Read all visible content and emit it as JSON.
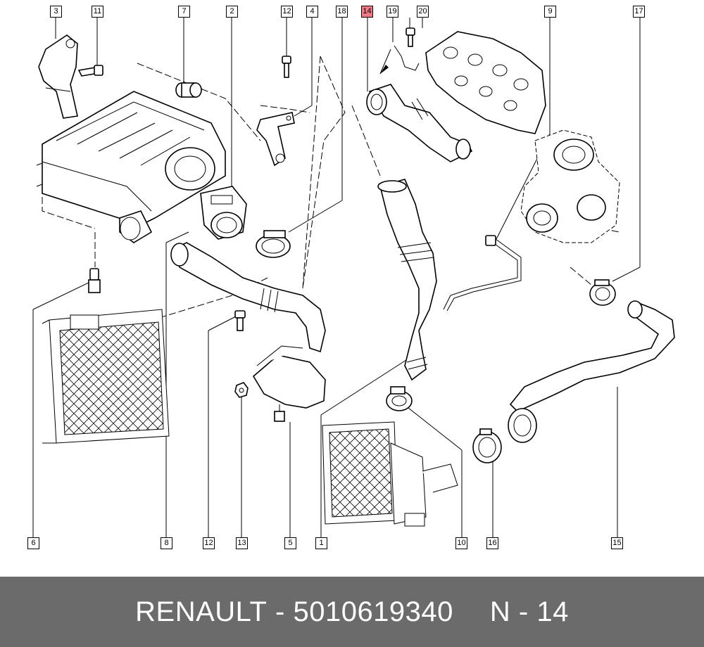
{
  "callouts": [
    {
      "id": "c3",
      "label": "3"
    },
    {
      "id": "c11",
      "label": "11"
    },
    {
      "id": "c7",
      "label": "7"
    },
    {
      "id": "c2",
      "label": "2"
    },
    {
      "id": "c12a",
      "label": "12"
    },
    {
      "id": "c4",
      "label": "4"
    },
    {
      "id": "c18",
      "label": "18"
    },
    {
      "id": "c14",
      "label": "14",
      "highlight": true
    },
    {
      "id": "c19",
      "label": "19"
    },
    {
      "id": "c20",
      "label": "20"
    },
    {
      "id": "c9",
      "label": "9"
    },
    {
      "id": "c17",
      "label": "17"
    },
    {
      "id": "c6",
      "label": "6"
    },
    {
      "id": "c8",
      "label": "8"
    },
    {
      "id": "c12b",
      "label": "12"
    },
    {
      "id": "c13",
      "label": "13"
    },
    {
      "id": "c5",
      "label": "5"
    },
    {
      "id": "c1",
      "label": "1"
    },
    {
      "id": "c10",
      "label": "10"
    },
    {
      "id": "c16",
      "label": "16"
    },
    {
      "id": "c15",
      "label": "15"
    }
  ],
  "footer": {
    "brand": "RENAULT",
    "separator": "-",
    "part_number": "5010619340",
    "ref": "N - 14"
  },
  "colors": {
    "highlight": "#f07a86",
    "footer_bg": "#6b6b6b",
    "footer_text": "#ffffff"
  }
}
